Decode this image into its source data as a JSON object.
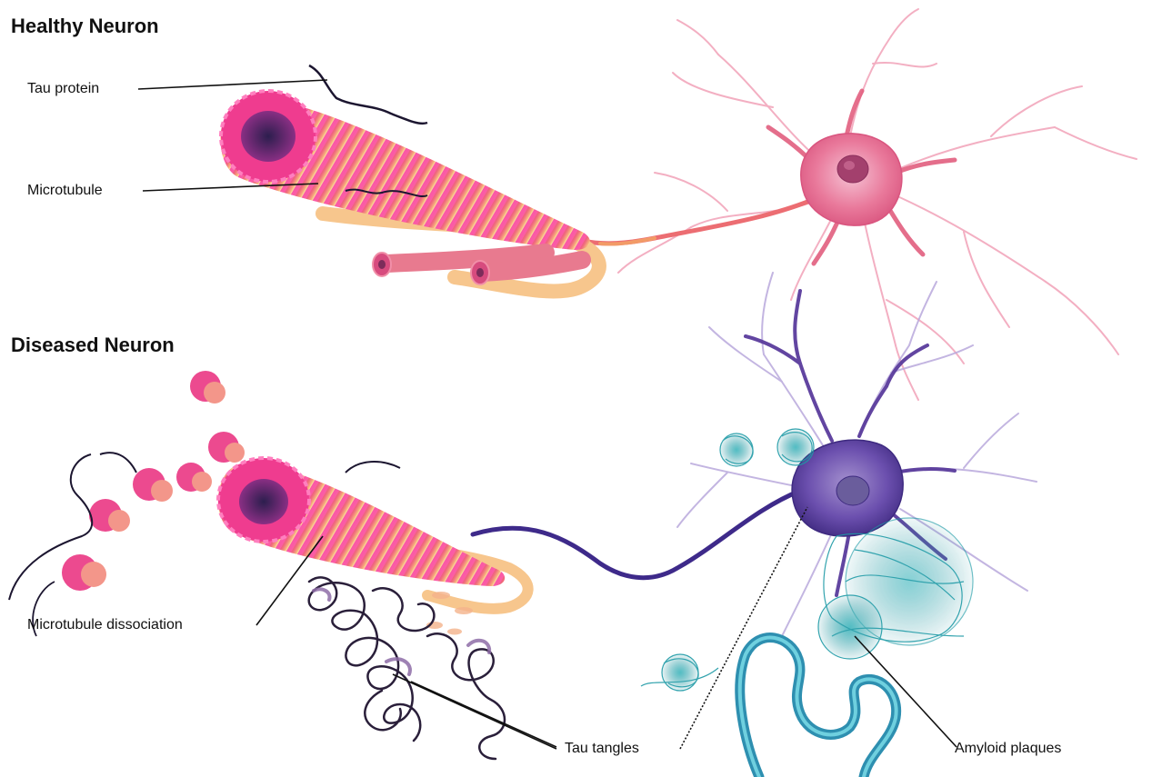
{
  "sections": {
    "healthy_title": "Healthy Neuron",
    "diseased_title": "Diseased Neuron"
  },
  "labels": {
    "tau_protein": "Tau protein",
    "microtubule": "Microtubule",
    "microtubule_dissociation": "Microtubule dissociation",
    "tau_tangles": "Tau tangles",
    "amyloid_plaques": "Amyloid plaques"
  },
  "colors": {
    "healthy_neuron": "#e9799b",
    "diseased_neuron": "#5a3c9c",
    "microtubule": "#e8408c",
    "amyloid": "#23a7b0",
    "tau": "#2a1f3a"
  }
}
